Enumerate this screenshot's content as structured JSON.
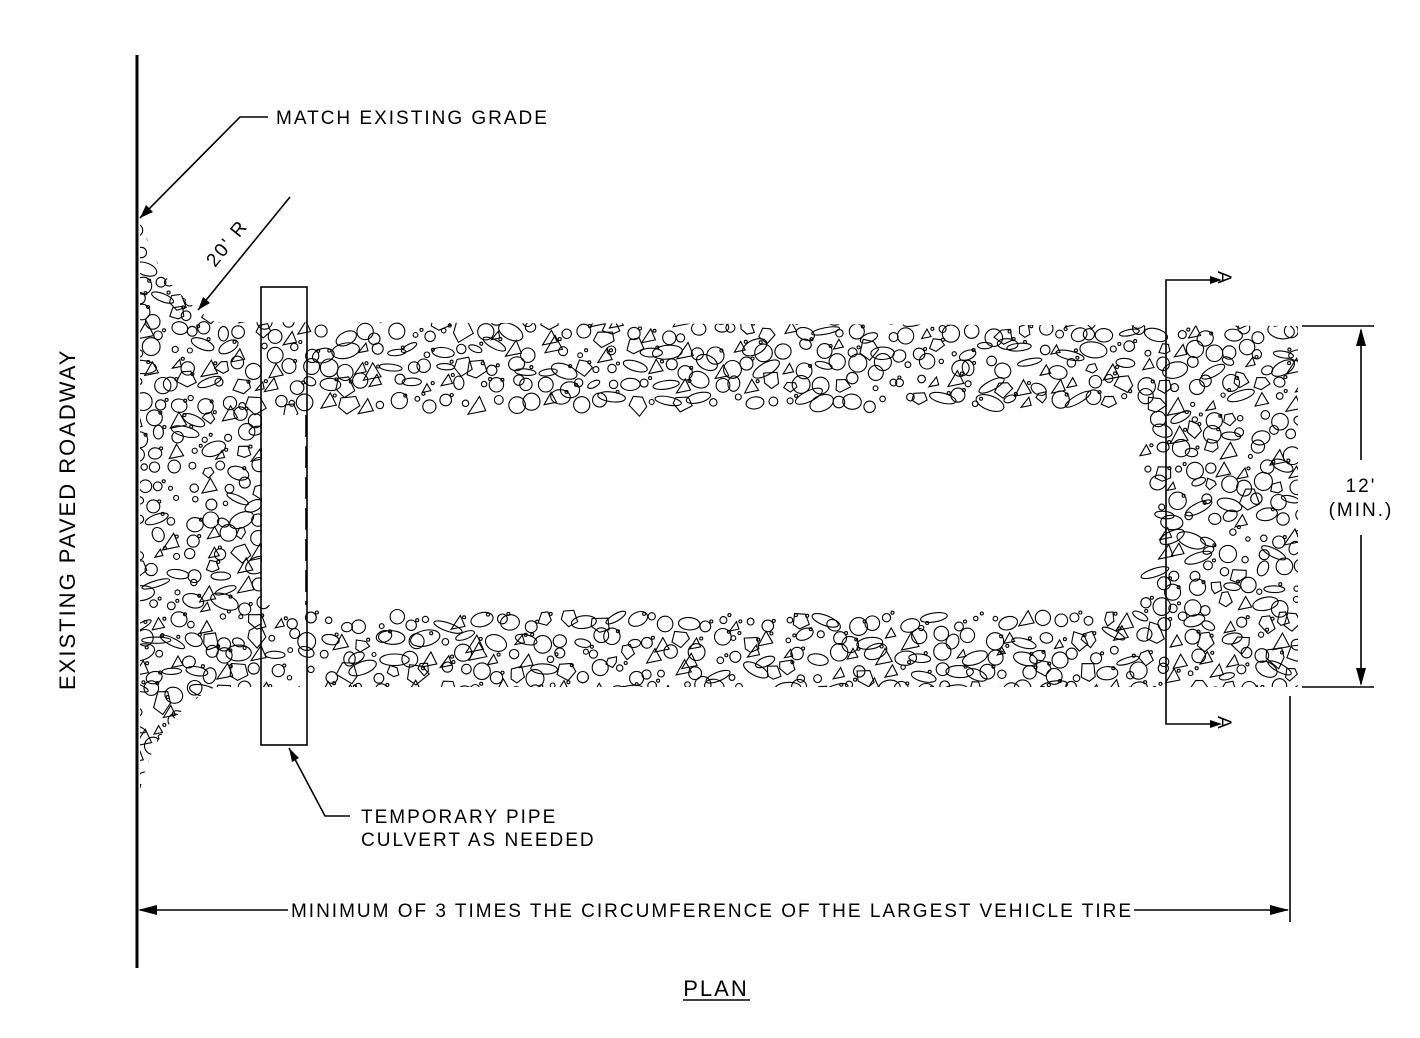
{
  "labels": {
    "roadway": "EXISTING PAVED ROADWAY",
    "match_grade": "MATCH EXISTING GRADE",
    "radius": "20' R",
    "culvert_line1": "TEMPORARY PIPE",
    "culvert_line2": "CULVERT AS NEEDED",
    "width_value": "12'",
    "width_note": "(MIN.)",
    "length_note": "MINIMUM OF 3 TIMES THE CIRCUMFERENCE OF THE LARGEST VEHICLE TIRE",
    "section_top": "A",
    "section_bottom": "A",
    "view_title": "PLAN"
  }
}
